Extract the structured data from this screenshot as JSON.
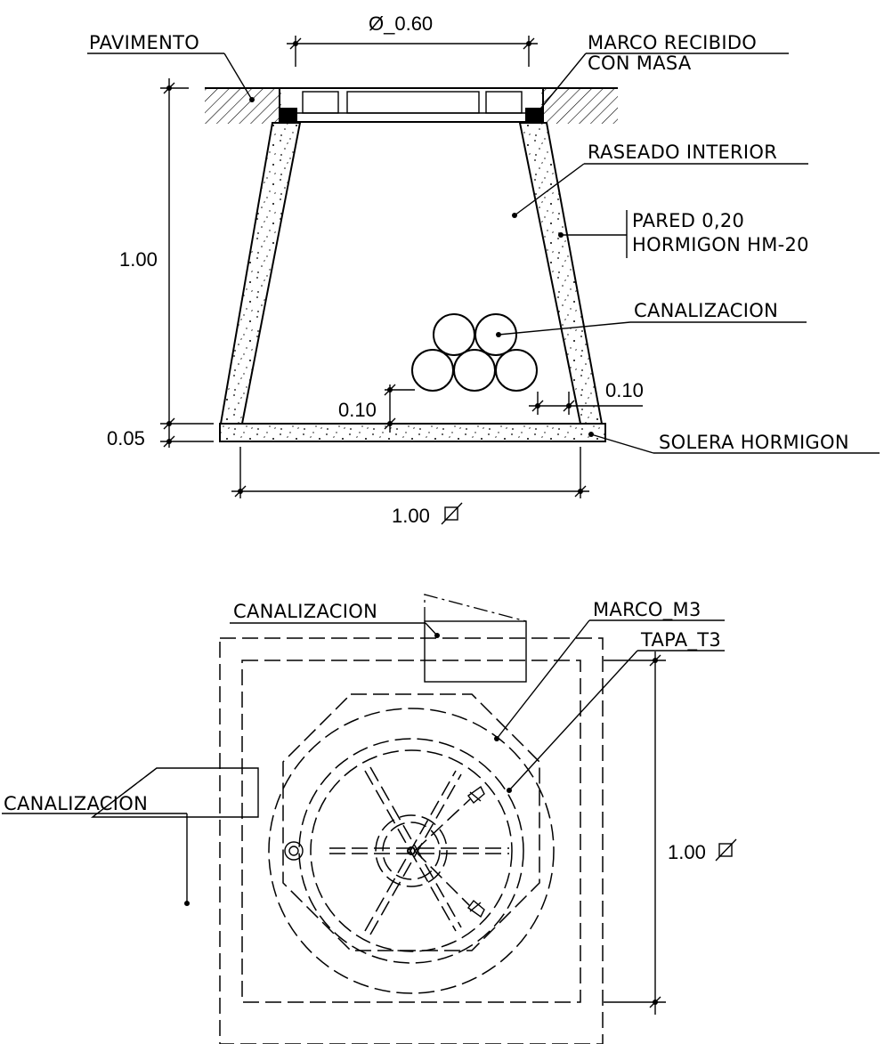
{
  "section": {
    "labels": {
      "pavimento": "PAVIMENTO",
      "marco_recibido_1": "MARCO RECIBIDO",
      "marco_recibido_2": "CON MASA",
      "raseado": "RASEADO INTERIOR",
      "pared_1": "PARED 0,20",
      "pared_2": "HORMIGON HM-20",
      "canalizacion": "CANALIZACION",
      "solera": "SOLERA HORMIGON"
    },
    "dims": {
      "diameter_top": "Ø_0.60",
      "height": "1.00",
      "base_thickness": "0.05",
      "offset_left": "0.10",
      "offset_right": "0.10",
      "width_bottom": "1.00"
    }
  },
  "plan": {
    "labels": {
      "canalizacion_top": "CANALIZACION",
      "marco": "MARCO_M3",
      "tapa": "TAPA_T3",
      "canalizacion_left": "CANALIZACION"
    },
    "dims": {
      "side": "1.00"
    }
  },
  "icons": {
    "square_diameter": "square-diameter-icon"
  }
}
